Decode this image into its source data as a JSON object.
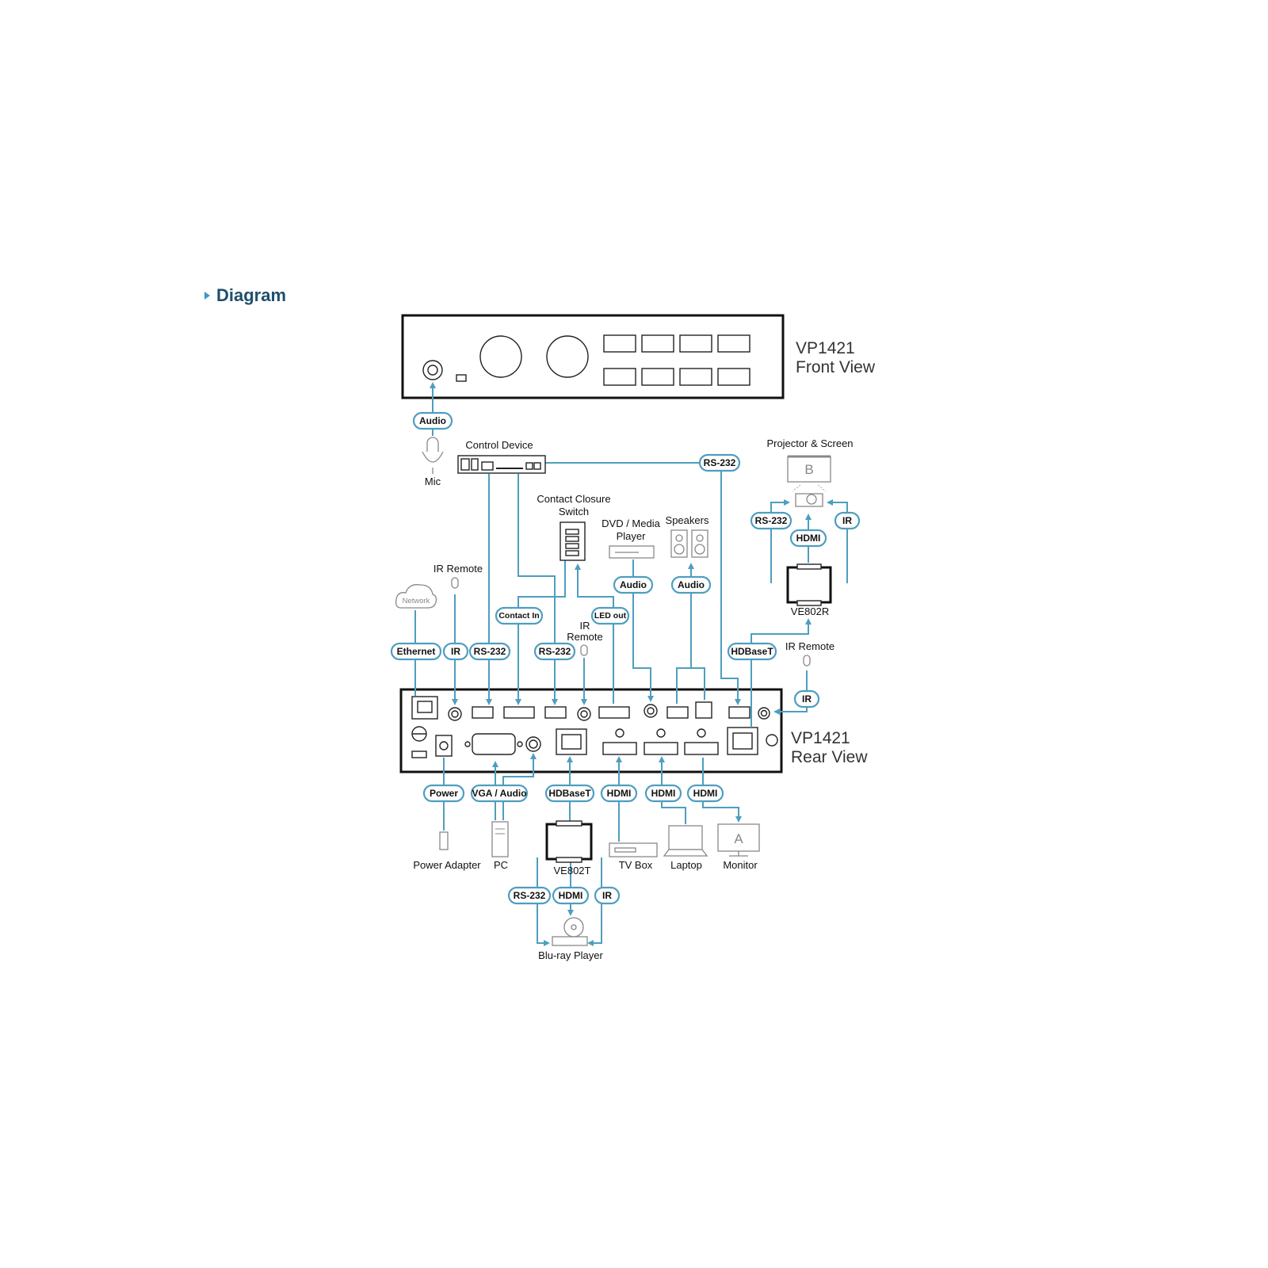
{
  "heading": "Diagram",
  "front_view": {
    "model": "VP1421",
    "view": "Front View"
  },
  "rear_view": {
    "model": "VP1421",
    "view": "Rear View"
  },
  "devices": {
    "mic": "Mic",
    "control_device": "Control Device",
    "projector_screen": "Projector & Screen",
    "projector_screen_letter": "B",
    "contact_closure_l1": "Contact Closure",
    "contact_closure_l2": "Switch",
    "dvd_l1": "DVD / Media",
    "dvd_l2": "Player",
    "speakers": "Speakers",
    "ir_remote_1": "IR Remote",
    "ir_remote_2_l1": "IR",
    "ir_remote_2_l2": "Remote",
    "ir_remote_3": "IR Remote",
    "network": "Network",
    "ve802r": "VE802R",
    "ve802t": "VE802T",
    "power_adapter": "Power Adapter",
    "pc": "PC",
    "tv_box": "TV Box",
    "laptop": "Laptop",
    "monitor": "Monitor",
    "monitor_letter": "A",
    "bluray": "Blu-ray Player"
  },
  "cables": {
    "audio_front": "Audio",
    "rs232_control": "RS-232",
    "rs232_proj": "RS-232",
    "hdmi_proj": "HDMI",
    "ir_proj": "IR",
    "audio_dvd": "Audio",
    "audio_spk": "Audio",
    "contact_in": "Contact In",
    "led_out": "LED out",
    "ethernet": "Ethernet",
    "ir_1": "IR",
    "rs232_1": "RS-232",
    "rs232_2": "RS-232",
    "hdbaset_top": "HDBaseT",
    "ir_right": "IR",
    "power": "Power",
    "vga_audio": "VGA / Audio",
    "hdbaset_bottom": "HDBaseT",
    "hdmi_1": "HDMI",
    "hdmi_2": "HDMI",
    "hdmi_3": "HDMI",
    "rs232_bluray": "RS-232",
    "hdmi_bluray": "HDMI",
    "ir_bluray": "IR"
  }
}
